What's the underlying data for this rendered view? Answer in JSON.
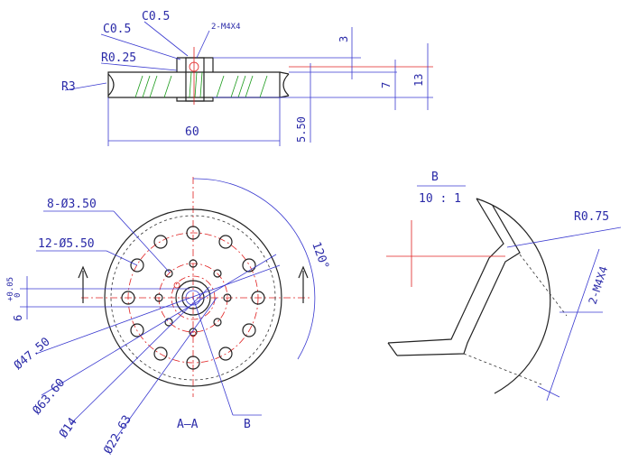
{
  "section_view": {
    "chamfer_1": "C0.5",
    "chamfer_2": "C0.5",
    "thread_note": "2-M4X4",
    "fillet_small": "R0.25",
    "groove_radius": "R3",
    "width": "60",
    "dim_3": "3",
    "dim_7": "7",
    "dim_13": "13",
    "dim_5_50": "5.50"
  },
  "front_view": {
    "holes_small": "8-Ø3.50",
    "holes_large": "12-Ø5.50",
    "tol_upper": "+0.05",
    "tol_lower": "0",
    "bore": "6",
    "angle": "120°",
    "dia_47_50": "Ø47.50",
    "dia_63_60": "Ø63.60",
    "dia_14": "Ø14",
    "dia_22_63": "Ø22.63",
    "section_label": "A—A",
    "detail_callout": "B"
  },
  "detail_view": {
    "name": "B",
    "scale": "10 : 1",
    "fillet": "R0.75",
    "thread_note": "2-M4X4"
  },
  "colors": {
    "outline": "#222222",
    "dimension": "#3a3ad0",
    "centerline": "#e02020",
    "hatch": "#1a9a1a"
  }
}
